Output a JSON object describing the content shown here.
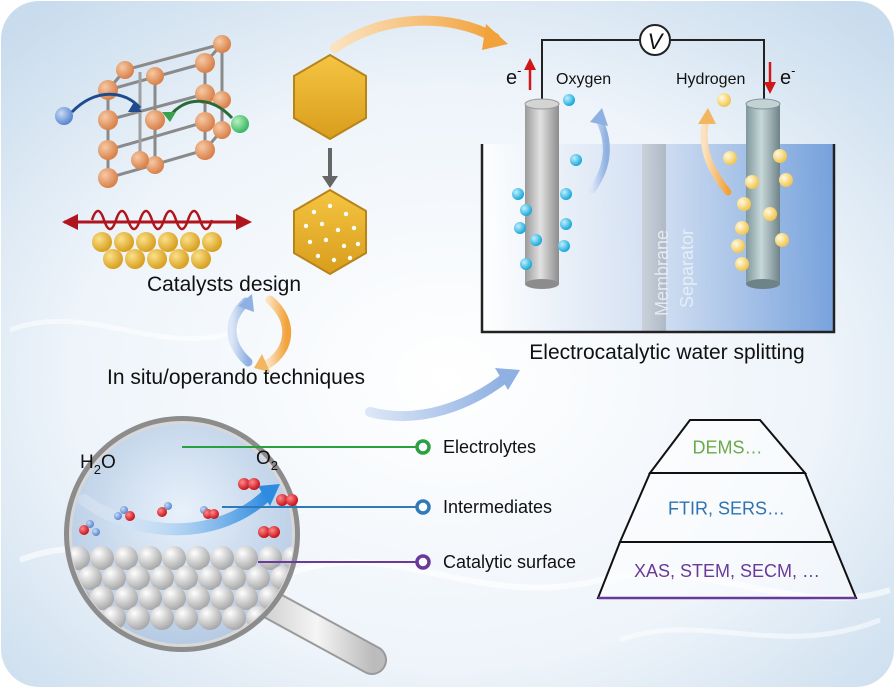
{
  "catalysts": {
    "title": "Catalysts design"
  },
  "electrolysis": {
    "title": "Electrocatalytic water splitting",
    "voltmeter_symbol": "V",
    "electron_symbol": "e",
    "electron_charge": "-",
    "oxygen_label": "Oxygen",
    "hydrogen_label": "Hydrogen",
    "membrane_line1": "Membrane",
    "membrane_line2": "Separator"
  },
  "insitu": {
    "title": "In situ/operando techniques",
    "h2o_main": "H",
    "h2o_sub": "2",
    "h2o_tail": "O",
    "o2_main": "O",
    "o2_sub": "2"
  },
  "levels": [
    {
      "label": "Electrolytes",
      "color": "#2aa040"
    },
    {
      "label": "Intermediates",
      "color": "#2f7ab8"
    },
    {
      "label": "Catalytic surface",
      "color": "#6a3a9a"
    }
  ],
  "pyramid": {
    "tiers": [
      {
        "label": "DEMS…",
        "color": "#6aaa4a"
      },
      {
        "label": "FTIR, SERS…",
        "color": "#2f72b0"
      },
      {
        "label": "XAS, STEM, SECM, …",
        "color": "#6a3a9a"
      }
    ]
  }
}
